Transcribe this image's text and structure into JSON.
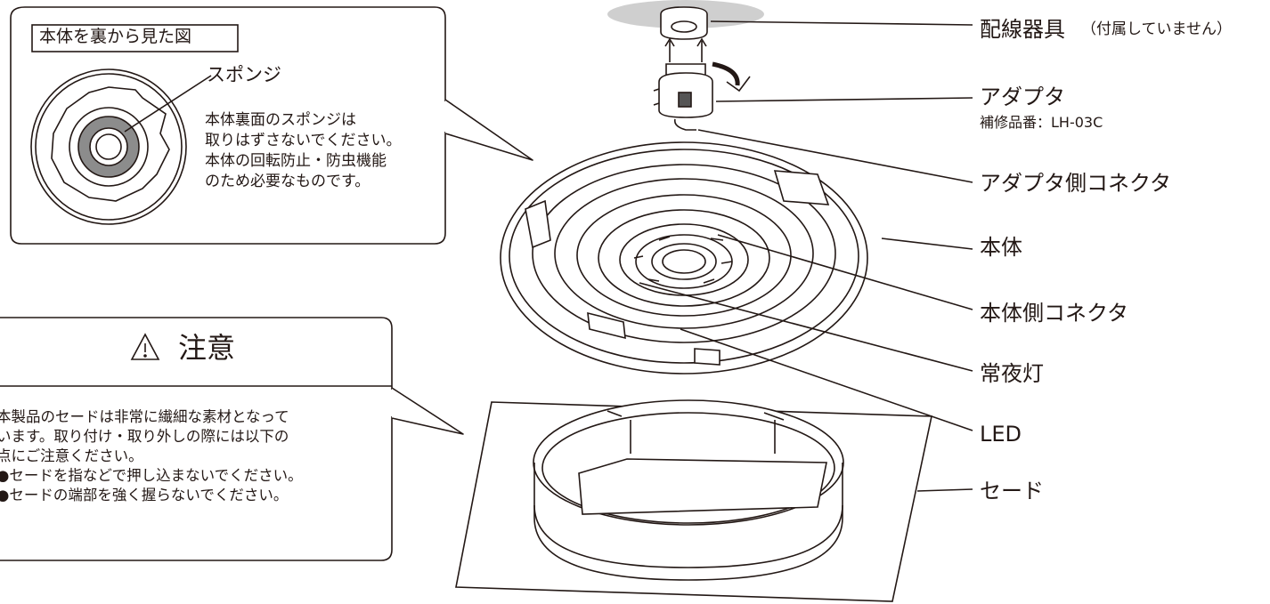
{
  "inset": {
    "title": "本体を裏から見た図",
    "sponge_label": "スポンジ",
    "note_lines": [
      "本体裏面のスポンジは",
      "取りはずさないでください。",
      "本体の回転防止・防虫機能",
      "のため必要なものです。"
    ]
  },
  "caution": {
    "title": "注意",
    "icon": "warning-triangle-icon",
    "lines": [
      "本製品のセードは非常に繊細な素材となって",
      "います。取り付け・取り外しの際には以下の",
      "点にご注意ください。",
      "●セードを指などで押し込まないでください。",
      "●セードの端部を強く握らないでください。"
    ]
  },
  "parts": {
    "wiring": {
      "label": "配線器具",
      "note": "（付属していません）"
    },
    "adapter": {
      "label": "アダプタ",
      "part_no": "補修品番：LH-03C"
    },
    "adapter_connector": {
      "label": "アダプタ側コネクタ"
    },
    "body": {
      "label": "本体"
    },
    "body_connector": {
      "label": "本体側コネクタ"
    },
    "night_light": {
      "label": "常夜灯"
    },
    "led": {
      "label": "LED"
    },
    "shade": {
      "label": "セード"
    }
  },
  "colors": {
    "line": "#231815",
    "sponge": "#8c8c8c",
    "ceiling": "#cfcfcf"
  }
}
